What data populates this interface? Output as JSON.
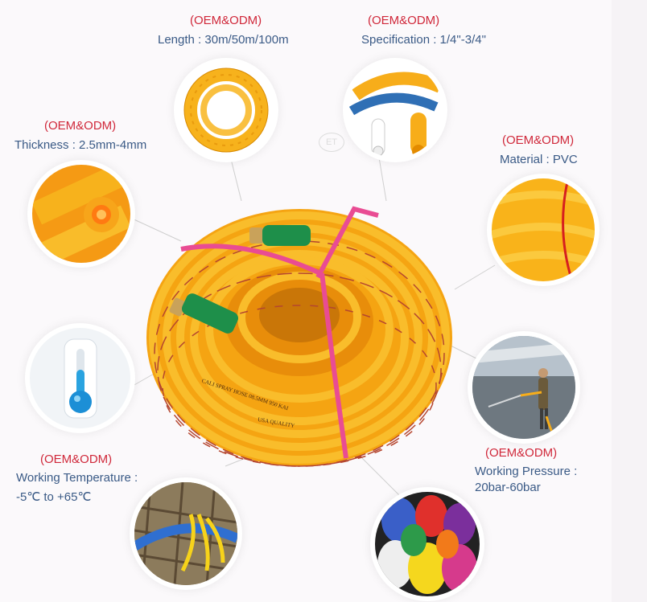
{
  "features": {
    "length": {
      "tag": "(OEM&ODM)",
      "text": "Length : 30m/50m/100m"
    },
    "specification": {
      "tag": "(OEM&ODM)",
      "text": "Specification : 1/4\"-3/4\""
    },
    "thickness": {
      "tag": "(OEM&ODM)",
      "text": "Thickness : 2.5mm-4mm"
    },
    "material": {
      "tag": "(OEM&ODM)",
      "text": "Material : PVC"
    },
    "temperature": {
      "tag": "(OEM&ODM)",
      "title": "Working Temperature :",
      "value": "-5℃ to +65℃"
    },
    "pressure": {
      "tag": "(OEM&ODM)",
      "title": "Working Pressure :",
      "value": "20bar-60bar"
    }
  },
  "hose_print": {
    "line1": "CALI  SPRAY HOSE  08.5MM  950 KAI",
    "line2": "USA QUALITY"
  },
  "watermark": "ET",
  "colors": {
    "tag_red": "#d0283a",
    "text_blue": "#3a5a86",
    "hose_yellow": "#f7ad1a",
    "fitting_green": "#1e8f4a",
    "strap_pink": "#e94c93"
  }
}
